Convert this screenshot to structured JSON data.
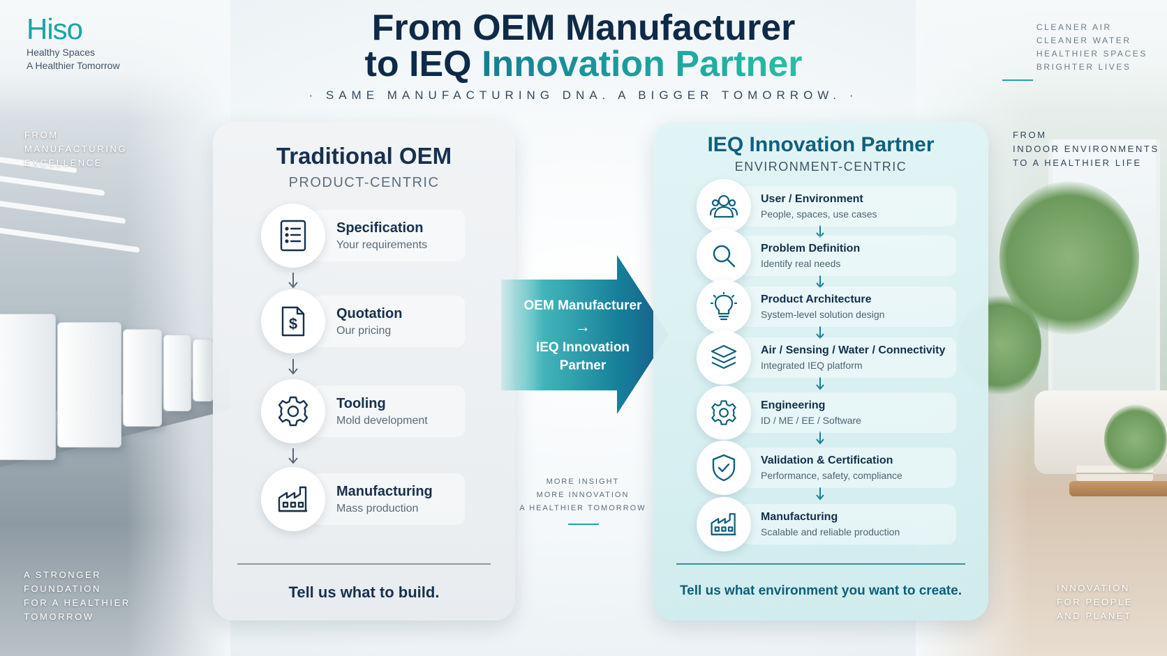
{
  "brand": {
    "name": "Hiso",
    "tagline_1": "Healthy Spaces",
    "tagline_2": "A Healthier Tomorrow"
  },
  "header": {
    "title_line1": "From OEM Manufacturer",
    "title_line2_prefix": "to IEQ ",
    "title_line2_accent": "Innovation Partner",
    "subtitle": "· SAME MANUFACTURING DNA. A BIGGER TOMORROW. ·"
  },
  "corners": {
    "top_right": [
      "CLEANER AIR",
      "CLEANER WATER",
      "HEALTHIER SPACES",
      "BRIGHTER LIVES"
    ],
    "left_top": [
      "FROM",
      "MANUFACTURING",
      "EXCELLENCE"
    ],
    "left_bottom": [
      "A STRONGER",
      "FOUNDATION",
      "FOR A HEALTHIER",
      "TOMORROW"
    ],
    "right_top": [
      "FROM",
      "INDOOR ENVIRONMENTS",
      "TO A HEALTHIER LIFE"
    ],
    "right_bottom": [
      "INNOVATION",
      "FOR PEOPLE",
      "AND PLANET"
    ]
  },
  "left_panel": {
    "title": "Traditional OEM",
    "subtitle": "PRODUCT-CENTRIC",
    "steps": [
      {
        "title": "Specification",
        "desc": "Your requirements",
        "icon": "document-list-icon"
      },
      {
        "title": "Quotation",
        "desc": "Our pricing",
        "icon": "dollar-document-icon"
      },
      {
        "title": "Tooling",
        "desc": "Mold development",
        "icon": "gear-icon"
      },
      {
        "title": "Manufacturing",
        "desc": "Mass production",
        "icon": "factory-icon"
      }
    ],
    "closing": "Tell us what to build."
  },
  "center": {
    "arrow_line1": "OEM Manufacturer",
    "arrow_symbol": "→",
    "arrow_line2": "IEQ Innovation",
    "arrow_line3": "Partner",
    "note": [
      "MORE INSIGHT",
      "MORE INNOVATION",
      "A HEALTHIER TOMORROW"
    ]
  },
  "right_panel": {
    "title": "IEQ Innovation Partner",
    "subtitle": "ENVIRONMENT-CENTRIC",
    "steps": [
      {
        "title": "User / Environment",
        "desc": "People, spaces, use cases",
        "icon": "users-icon"
      },
      {
        "title": "Problem Definition",
        "desc": "Identify real needs",
        "icon": "search-icon"
      },
      {
        "title": "Product Architecture",
        "desc": "System-level solution design",
        "icon": "lightbulb-icon"
      },
      {
        "title": "Air / Sensing / Water / Connectivity",
        "desc": "Integrated IEQ platform",
        "icon": "layers-icon"
      },
      {
        "title": "Engineering",
        "desc": "ID / ME / EE / Software",
        "icon": "gear-icon"
      },
      {
        "title": "Validation & Certification",
        "desc": "Performance, safety, compliance",
        "icon": "shield-check-icon"
      },
      {
        "title": "Manufacturing",
        "desc": "Scalable and reliable production",
        "icon": "factory-icon"
      }
    ],
    "closing": "Tell us what environment you want to create."
  },
  "colors": {
    "navy": "#0f2a47",
    "teal": "#1aa5a6",
    "teal_dark": "#10607c",
    "accent_gradient_start": "#137f93",
    "accent_gradient_end": "#26c0a6"
  }
}
